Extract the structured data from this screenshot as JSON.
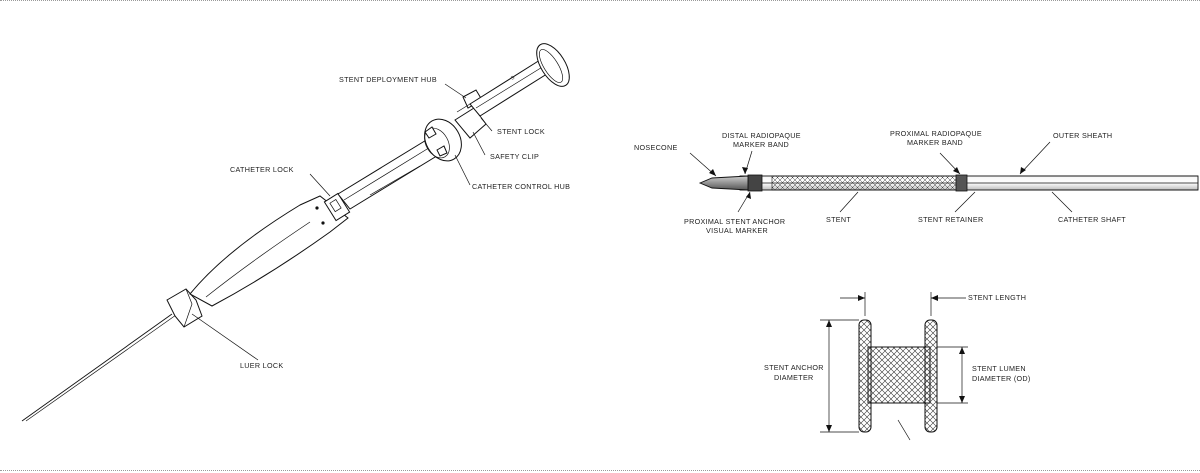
{
  "labels": {
    "stent_deployment_hub": "STENT DEPLOYMENT HUB",
    "stent_lock": "STENT LOCK",
    "safety_clip": "SAFETY CLIP",
    "catheter_control_hub": "CATHETER CONTROL HUB",
    "catheter_lock": "CATHETER LOCK",
    "luer_lock": "LUER LOCK",
    "nosecone": "NOSECONE",
    "distal_marker_line1": "DISTAL RADIOPAQUE",
    "distal_marker_line2": "MARKER BAND",
    "proximal_marker_line1": "PROXIMAL RADIOPAQUE",
    "proximal_marker_line2": "MARKER BAND",
    "outer_sheath": "OUTER SHEATH",
    "anchor_marker_line1": "PROXIMAL STENT ANCHOR",
    "anchor_marker_line2": "VISUAL MARKER",
    "stent": "STENT",
    "stent_retainer": "STENT RETAINER",
    "catheter_shaft": "CATHETER SHAFT",
    "stent_length": "STENT LENGTH",
    "anchor_diameter_line1": "STENT ANCHOR",
    "anchor_diameter_line2": "DIAMETER",
    "lumen_diameter_line1": "STENT LUMEN",
    "lumen_diameter_line2": "DIAMETER (OD)"
  }
}
